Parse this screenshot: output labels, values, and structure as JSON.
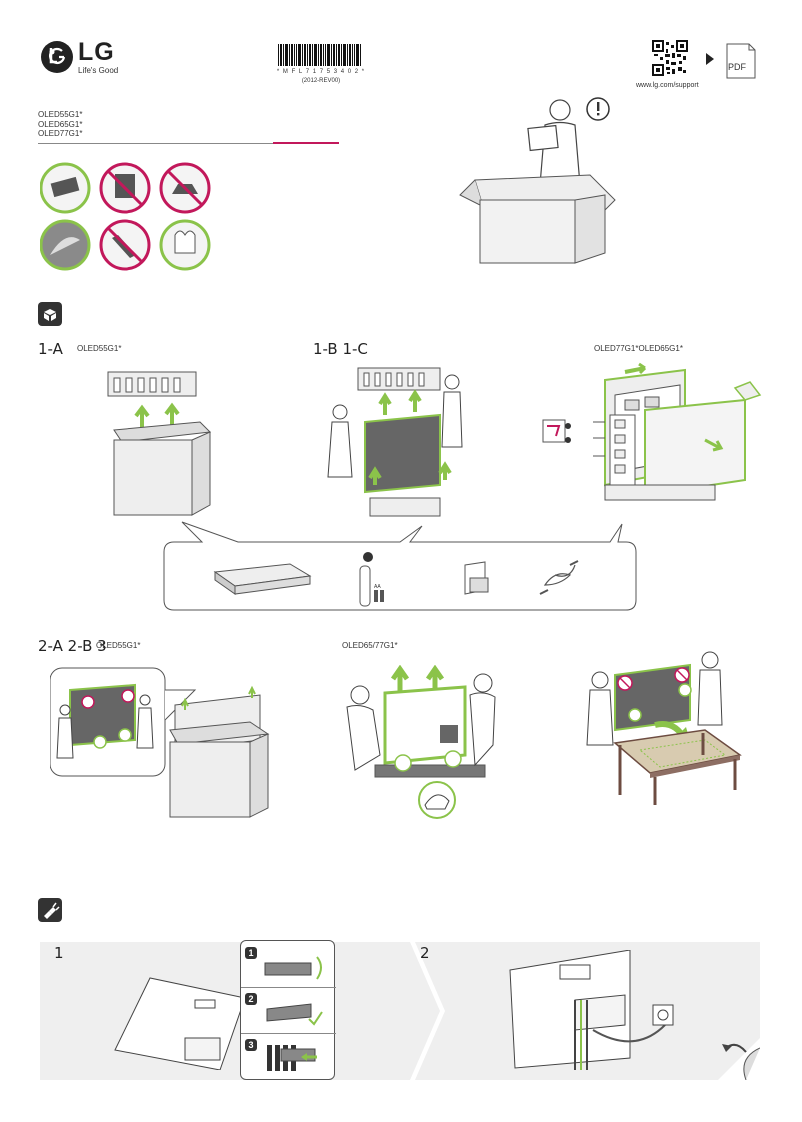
{
  "header": {
    "brand": "LG",
    "tagline": "Life's Good",
    "barcode_text": "* M F L 7 1 7 5 3 4 0 2 *",
    "barcode_rev": "(2012-REV00)",
    "support_url": "www.lg.com/support",
    "pdf_label": "PDF"
  },
  "models": [
    "OLED55G1*",
    "OLED65G1*",
    "OLED77G1*"
  ],
  "section1": {
    "step_a": "1-A",
    "model_a": "OLED55G1*",
    "step_bc": "1-B 1-C",
    "model_bc": "OLED77G1*OLED65G1*"
  },
  "section2": {
    "step_ab": "2-A 2-B 3",
    "model_ab": "OLED55G1*",
    "model_c": "OLED65/77G1*"
  },
  "section3": {
    "step1": "1",
    "step2": "2",
    "sub1": "1",
    "sub2": "2",
    "sub3": "3"
  },
  "colors": {
    "green": "#8bc34a",
    "prohibit": "#c2185b",
    "panel": "#efefef"
  },
  "icons": [
    "open-box-icon",
    "plug-icon",
    "qr-icon",
    "pdf-icon",
    "arrow-right-icon",
    "exclamation-icon"
  ]
}
